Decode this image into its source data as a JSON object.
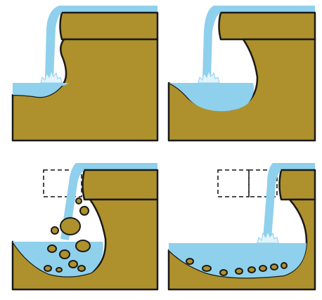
{
  "colors": {
    "water": "#8fd0ec",
    "rock": "#ae912c",
    "outline": "#1a1a1a",
    "splash": "#e2f4fb",
    "background": "#ffffff",
    "dashed_outline": "#333333"
  },
  "panels": [
    {
      "name": "panel-1",
      "stage": 1
    },
    {
      "name": "panel-2",
      "stage": 2
    },
    {
      "name": "panel-3",
      "stage": 3
    },
    {
      "name": "panel-4",
      "stage": 4
    }
  ]
}
